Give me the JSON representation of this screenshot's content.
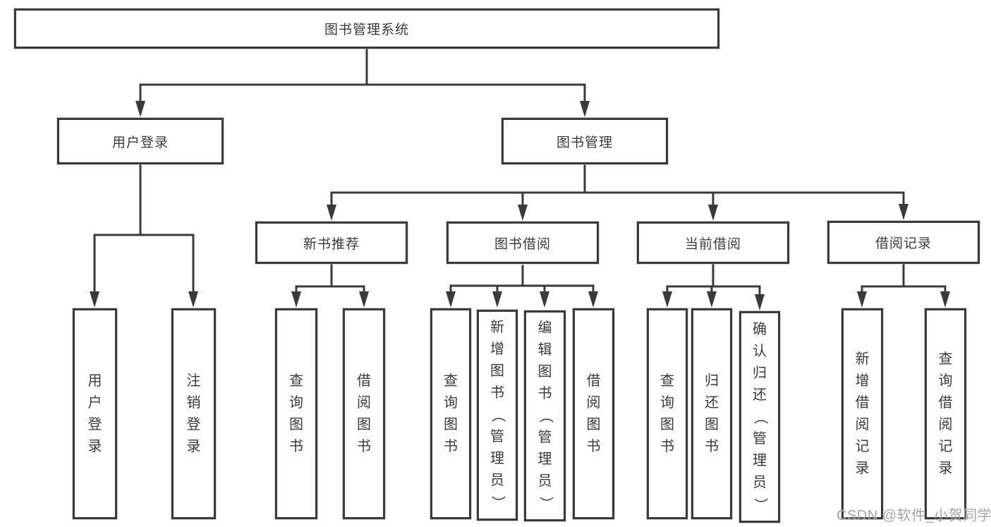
{
  "diagram": {
    "type": "hierarchy",
    "root": {
      "label": "图书管理系统"
    },
    "level2": [
      {
        "label": "用户登录",
        "children": [
          {
            "label": "用户登录"
          },
          {
            "label": "注销登录"
          }
        ]
      },
      {
        "label": "图书管理",
        "children": [
          {
            "label": "新书推荐",
            "children": [
              {
                "label": "查询图书"
              },
              {
                "label": "借阅图书"
              }
            ]
          },
          {
            "label": "图书借阅",
            "children": [
              {
                "label": "查询图书"
              },
              {
                "label": "新增图书（管理员）"
              },
              {
                "label": "编辑图书（管理员）"
              },
              {
                "label": "借阅图书"
              }
            ]
          },
          {
            "label": "当前借阅",
            "children": [
              {
                "label": "查询图书"
              },
              {
                "label": "归还图书"
              },
              {
                "label": "确认归还（管理员）"
              }
            ]
          },
          {
            "label": "借阅记录",
            "children": [
              {
                "label": "新增借阅记录"
              },
              {
                "label": "查询借阅记录"
              }
            ]
          }
        ]
      }
    ]
  },
  "colors": {
    "line": "#3a3a3a",
    "text": "#3a3a3a",
    "background": "#ffffff",
    "watermark": "#9c9c9c"
  },
  "watermark": {
    "text": "CSDN @软件_小贺同学"
  }
}
